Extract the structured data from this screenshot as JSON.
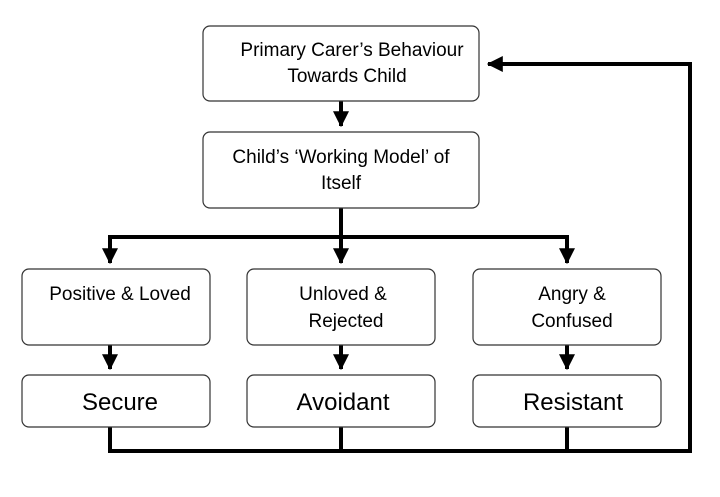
{
  "diagram": {
    "nodes": {
      "carer": {
        "line1": "Primary Carer’s Behaviour",
        "line2": "Towards Child"
      },
      "model": {
        "line1": "Child’s ‘Working Model’ of",
        "line2": "Itself"
      },
      "positive": {
        "line1": "Positive & Loved"
      },
      "unloved": {
        "line1": "Unloved &",
        "line2": "Rejected"
      },
      "angry": {
        "line1": "Angry &",
        "line2": "Confused"
      },
      "secure": {
        "label": "Secure"
      },
      "avoidant": {
        "label": "Avoidant"
      },
      "resistant": {
        "label": "Resistant"
      }
    },
    "colors": {
      "stroke": "#000000",
      "box_border": "#333333",
      "background": "#ffffff"
    }
  }
}
